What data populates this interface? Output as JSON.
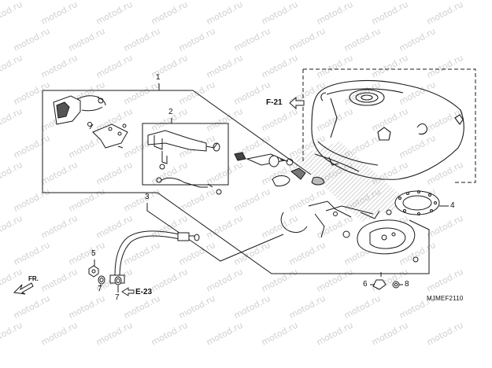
{
  "watermark": "motod.ru",
  "callouts": {
    "c1": "1",
    "c2": "2",
    "c3": "3",
    "c4": "4",
    "c5": "5",
    "c6": "6",
    "c7a": "7",
    "c7b": "7",
    "c8": "8"
  },
  "references": {
    "f21": "F-21",
    "e23": "E-23",
    "front": "FR."
  },
  "diagram_code": "MJMEF2110",
  "colors": {
    "line": "#1a1a1a",
    "hatch": "#9a9a9a",
    "watermark": "#d0d0d0"
  }
}
